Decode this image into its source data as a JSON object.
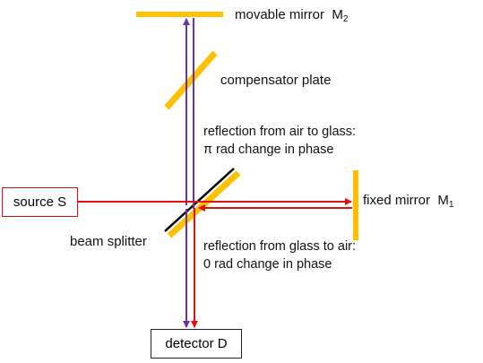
{
  "labels": {
    "movable_mirror": "movable mirror",
    "movable_mirror_symbol": "M",
    "movable_mirror_sub": "2",
    "compensator_plate": "compensator plate",
    "reflection_air_glass_1": "reflection from air to glass:",
    "reflection_air_glass_2": "π rad change in phase",
    "source": "source S",
    "fixed_mirror": "fixed mirror",
    "fixed_mirror_symbol": "M",
    "fixed_mirror_sub": "1",
    "beam_splitter": "beam splitter",
    "reflection_glass_air_1": "reflection from glass to air:",
    "reflection_glass_air_2": "0 rad change in phase",
    "detector": "detector D"
  },
  "colors": {
    "mirror": "#ffc000",
    "red_beam": "#e01010",
    "purple_beam": "#7030a0",
    "splitter_line": "#000000"
  }
}
